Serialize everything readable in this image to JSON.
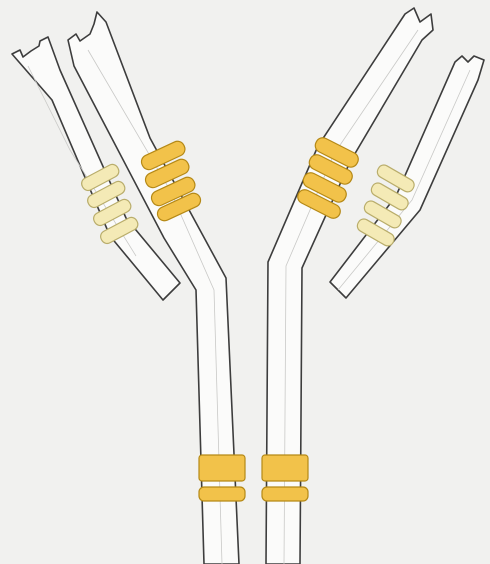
{
  "diagram": {
    "subject": "antibody",
    "labels": [],
    "colors": {
      "background": "#f1f1ef",
      "outline": "#3d3d3d",
      "chain_fill": "#fbfbfa",
      "heavy_band": "#f2c24a",
      "heavy_band_edge": "#b58916",
      "light_band": "#f4eab6",
      "light_band_edge": "#b9ad6b"
    },
    "heavy_chains": [
      {
        "side": "left",
        "label": ""
      },
      {
        "side": "right",
        "label": ""
      }
    ],
    "light_chains": [
      {
        "side": "left",
        "label": ""
      },
      {
        "side": "right",
        "label": ""
      }
    ]
  }
}
